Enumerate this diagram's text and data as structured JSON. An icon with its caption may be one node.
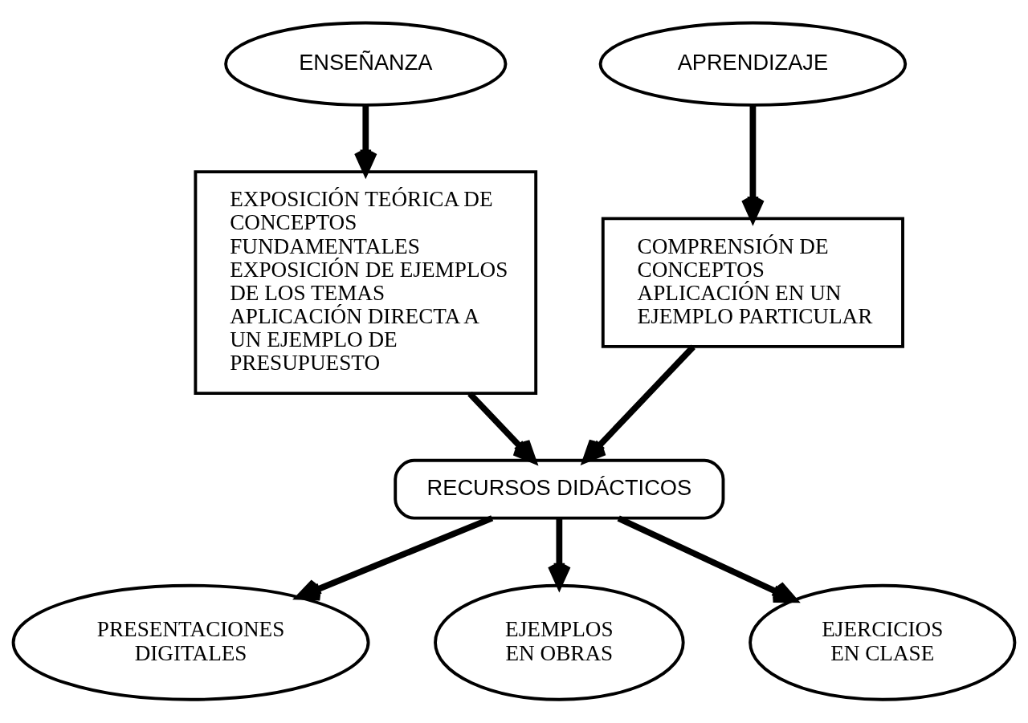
{
  "diagram": {
    "nodes": [
      {
        "text": [
          "ENSEÑANZA"
        ]
      },
      {
        "text": [
          "APRENDIZAJE"
        ]
      },
      {
        "text": [
          "EXPOSICIÓN TEÓRICA DE CONCEPTOS FUNDAMENTALES",
          "EXPOSICIÓN DE EJEMPLOS DE LOS TEMAS",
          "APLICACIÓN DIRECTA A UN EJEMPLO DE PRESUPUESTO"
        ]
      },
      {
        "text": [
          "COMPRENSIÓN DE CONCEPTOS",
          "APLICACIÓN EN UN EJEMPLO PARTICULAR"
        ]
      },
      {
        "text": [
          "RECURSOS DIDÁCTICOS"
        ]
      },
      {
        "text": [
          "PRESENTACIONES DIGITALES"
        ]
      },
      {
        "text": [
          "EJEMPLOS EN OBRAS"
        ]
      },
      {
        "text": [
          "EJERCICIOS EN CLASE"
        ]
      }
    ],
    "edges": [
      {
        "from": 0,
        "to": 2,
        "arrow": "to"
      },
      {
        "from": 1,
        "to": 3,
        "arrow": "to"
      },
      {
        "from": 2,
        "to": 4,
        "arrow": "to"
      },
      {
        "from": 3,
        "to": 4,
        "arrow": "to"
      },
      {
        "from": 4,
        "to": 5,
        "arrow": "to"
      },
      {
        "from": 4,
        "to": 6,
        "arrow": "to"
      },
      {
        "from": 4,
        "to": 7,
        "arrow": "to"
      }
    ]
  }
}
